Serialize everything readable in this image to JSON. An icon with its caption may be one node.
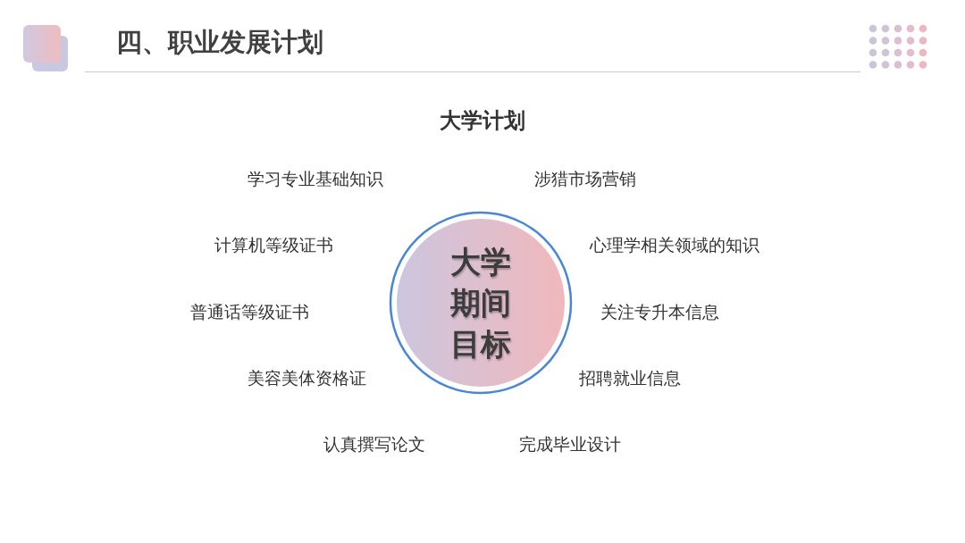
{
  "diagram": {
    "title": "四、职业发展计划",
    "nodes": [
      {
        "text": [
          "大学期间目标"
        ]
      }
    ],
    "labels": [
      "大学计划",
      "学习专业基础知识",
      "涉猎市场营销",
      "计算机等级证书",
      "心理学相关领域的知识",
      "普通话等级证书",
      "关注专升本信息",
      "美容美体资格证",
      "招聘就业信息",
      "认真撰写论文",
      "完成毕业设计"
    ]
  }
}
